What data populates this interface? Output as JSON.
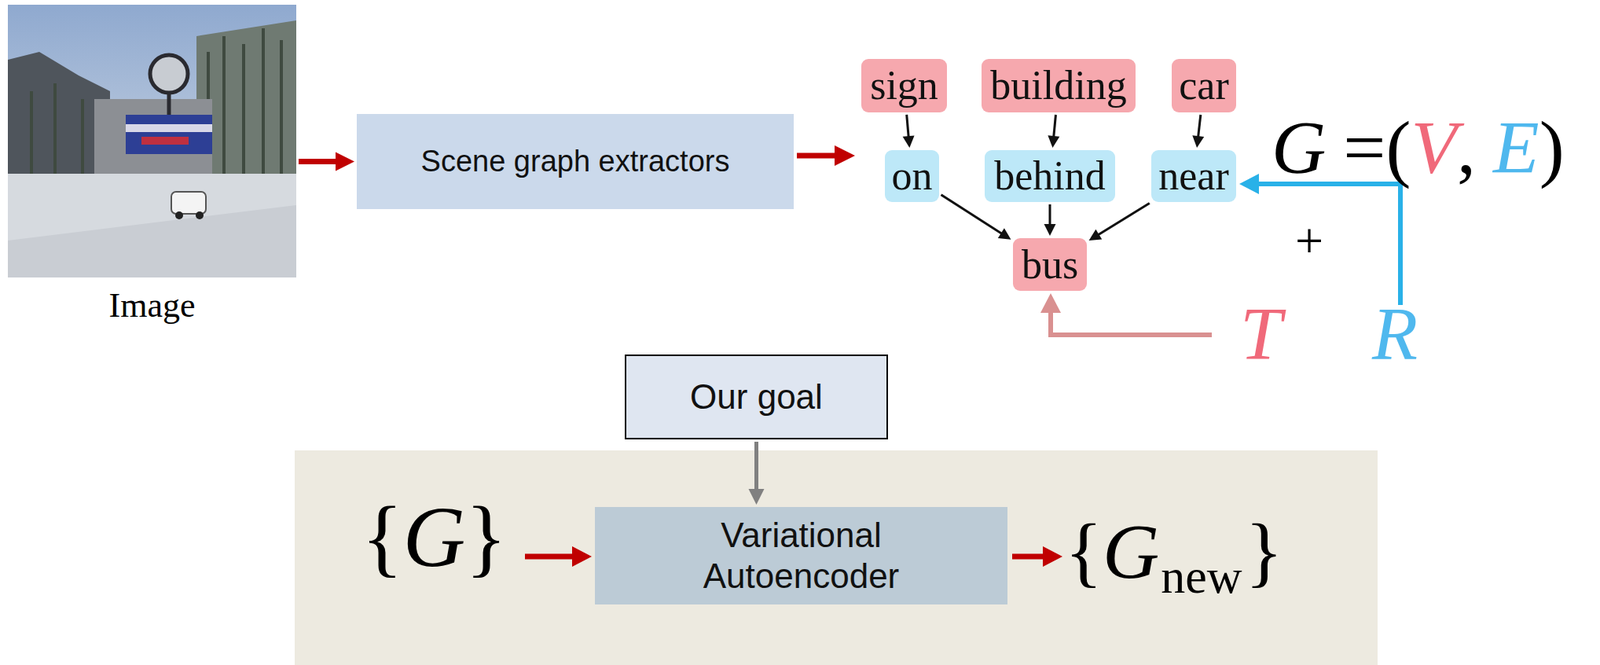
{
  "diagram": {
    "nodes": [
      {
        "text": [
          "Image"
        ]
      },
      {
        "text": [
          "Scene graph extractors"
        ]
      },
      {
        "text": [
          "sign"
        ]
      },
      {
        "text": [
          "building"
        ]
      },
      {
        "text": [
          "car"
        ]
      },
      {
        "text": [
          "on"
        ]
      },
      {
        "text": [
          "behind"
        ]
      },
      {
        "text": [
          "near"
        ]
      },
      {
        "text": [
          "bus"
        ]
      },
      {
        "text": [
          "Our goal"
        ]
      },
      {
        "text": [
          "Variational Autoencoder"
        ]
      }
    ],
    "edges": [
      {
        "from": 0,
        "to": 1,
        "arrow": "to"
      },
      {
        "from": 2,
        "to": 5,
        "arrow": "to"
      },
      {
        "from": 3,
        "to": 6,
        "arrow": "to"
      },
      {
        "from": 4,
        "to": 7,
        "arrow": "to"
      },
      {
        "from": 5,
        "to": 8,
        "arrow": "to"
      },
      {
        "from": 6,
        "to": 8,
        "arrow": "to"
      },
      {
        "from": 7,
        "to": 8,
        "arrow": "to"
      },
      {
        "from": 9,
        "to": 10,
        "arrow": "to"
      }
    ],
    "labels": [
      "G",
      "=(",
      "V",
      ",",
      "E",
      ")",
      "+",
      "T",
      "R",
      "{",
      "G",
      "}",
      "{",
      "G",
      "new",
      "}"
    ]
  }
}
